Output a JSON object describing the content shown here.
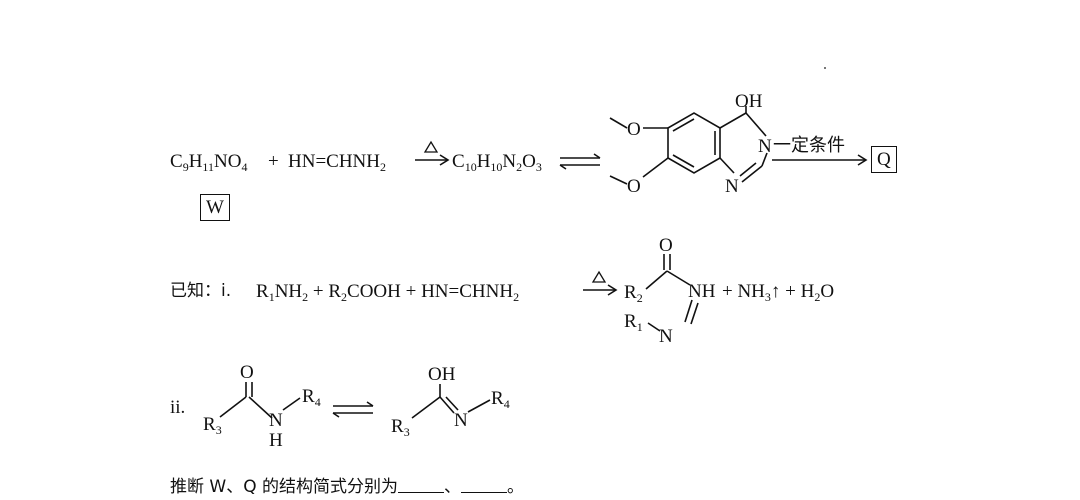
{
  "scheme": {
    "reactant_w_formula": "C9H11NO4",
    "plus": "+",
    "formamidine": "HN=CHNH2",
    "heat_symbol": "△",
    "intermediate_formula": "C10H10N2O3",
    "product_oh": "OH",
    "product_n_top": "N",
    "product_n_bottom": "N",
    "product_ome": "O",
    "condition": "一定条件",
    "q_label": "Q",
    "w_label": "W"
  },
  "known": {
    "prefix": "已知：i.",
    "reaction_i": {
      "amine": "R1NH2",
      "acid": "R2COOH",
      "formamidine": "HN=CHNH2",
      "heat_symbol": "△",
      "product_o": "O",
      "product_r2": "R2",
      "product_nh": "NH",
      "product_r1": "R1",
      "product_n": "N",
      "byproducts": "+ NH3↑ + H2O"
    },
    "reaction_ii": {
      "label": "ii.",
      "left_o": "O",
      "left_r3": "R3",
      "left_n": "N",
      "left_h": "H",
      "left_r4": "R4",
      "right_oh": "OH",
      "right_r3": "R3",
      "right_n": "N",
      "right_r4": "R4"
    }
  },
  "question": {
    "text": "推断 W、Q 的结构简式分别为",
    "separator": "、",
    "end": "。"
  }
}
